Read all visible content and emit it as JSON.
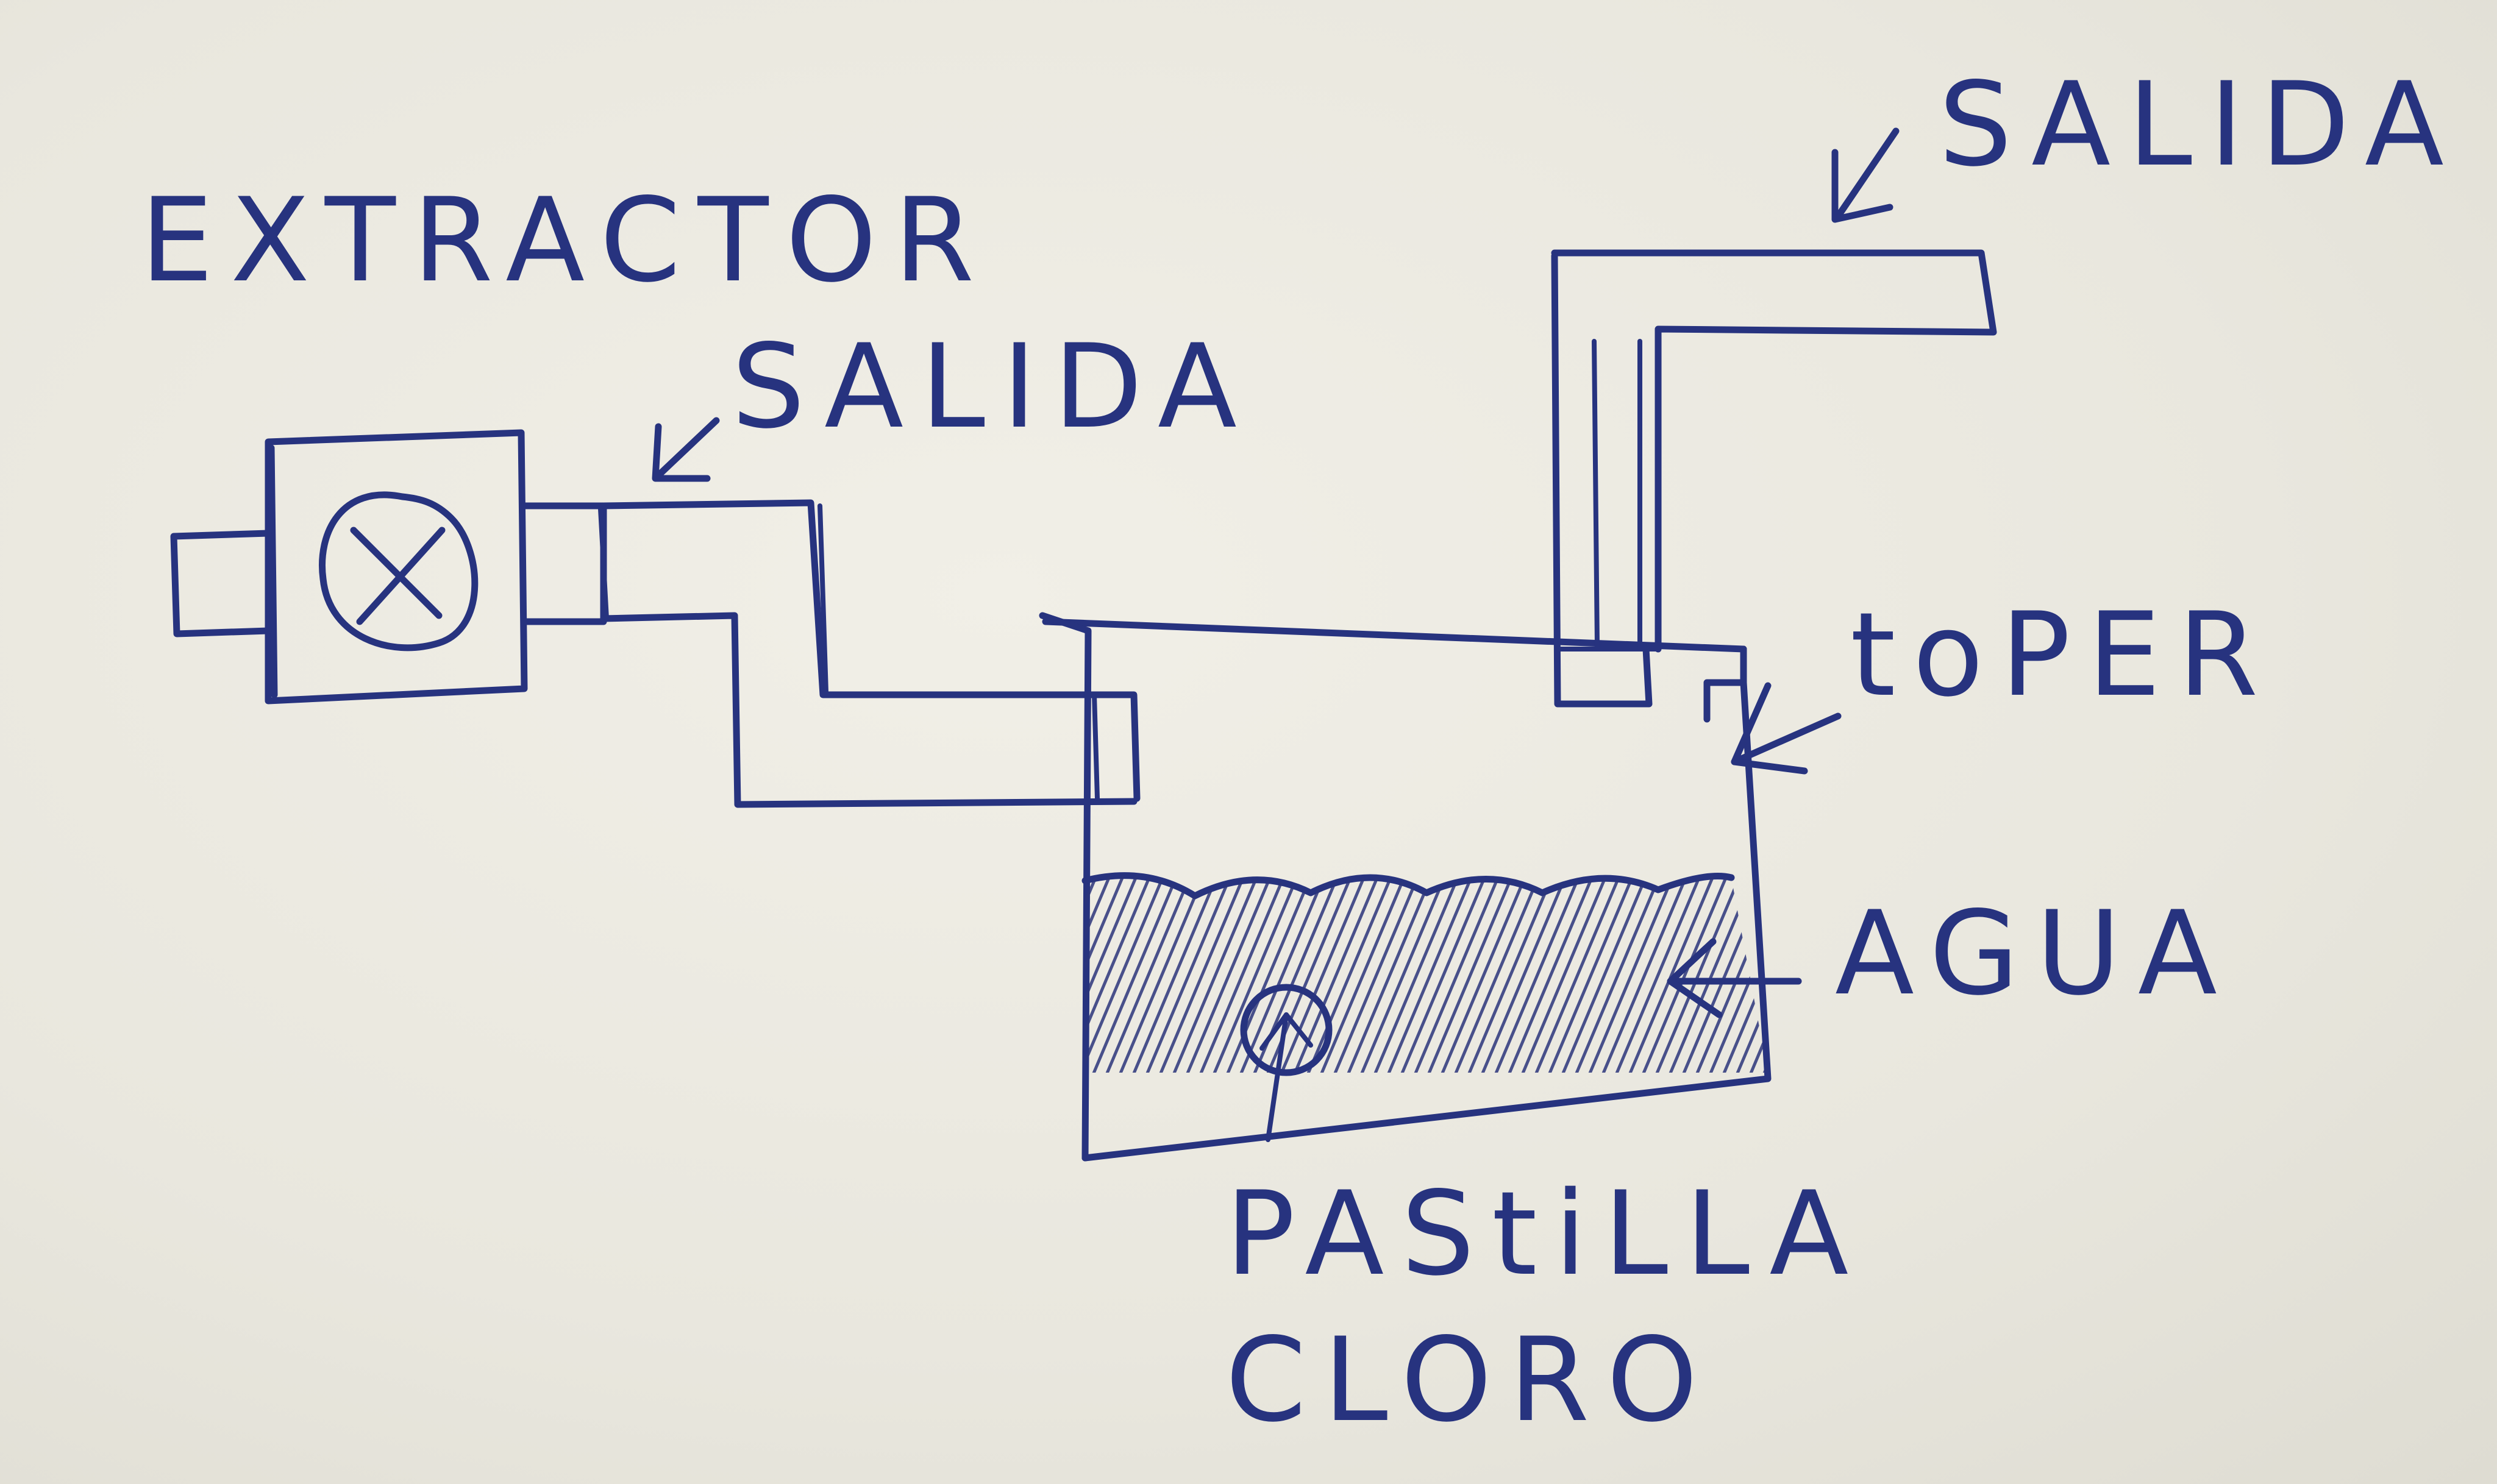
{
  "labels": {
    "extractor": "EXTRACTOR",
    "salida_1": "SALIDA",
    "salida_2": "SALIDA",
    "toper": "toPER",
    "agua": "AGUA",
    "pastilla": "PAStiLLA",
    "cloro": "CLORO"
  },
  "colors": {
    "ink": "#27337f",
    "paper": "#ebe9e0"
  },
  "icons": {
    "fan": "fan-x-icon"
  }
}
